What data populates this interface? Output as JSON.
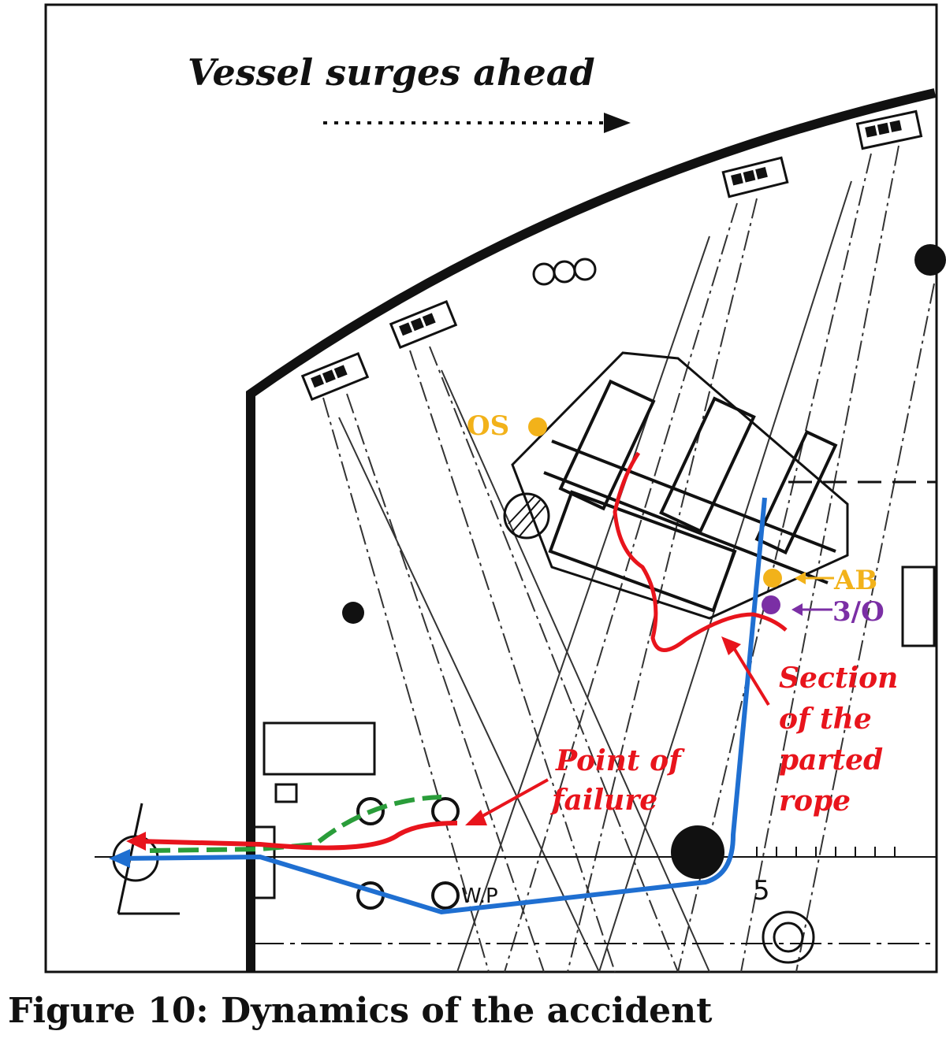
{
  "header": {
    "motion_text": "Vessel surges ahead"
  },
  "labels": {
    "os": "OS",
    "ab": "AB",
    "third_officer": "3/O",
    "point_of_failure_line1": "Point of",
    "point_of_failure_line2": "failure",
    "section_line1": "Section",
    "section_line2": "of the",
    "section_line3": "parted",
    "section_line4": "rope",
    "drawing_number": "5",
    "wp_mark": "W.P"
  },
  "caption": "Figure 10: Dynamics of the accident",
  "colors": {
    "red_rope": "#e8141c",
    "blue_rope": "#1f6fd1",
    "green_rope": "#2a9d3a",
    "ab_marker": "#f2b21a",
    "third_officer_marker": "#7b2fa5",
    "drawing": "#111111"
  }
}
